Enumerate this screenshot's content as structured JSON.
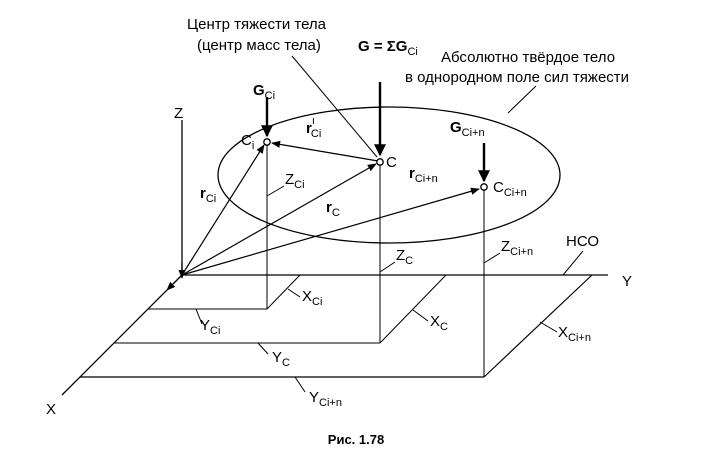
{
  "diagram": {
    "caption": "Рис. 1.78",
    "annotations": {
      "center_of_gravity_line1": "Центр тяжести тела",
      "center_of_gravity_line2": "(центр масс тела)",
      "rigid_body_line1": "Абсолютно твёрдое тело",
      "rigid_body_line2": "в однородном поле сил тяжести",
      "total_force_G": "G",
      "total_force_eq": " = ΣG",
      "total_force_sub": "Ci",
      "frame": "НСО"
    },
    "axes": {
      "x": "X",
      "y": "Y",
      "z": "Z"
    },
    "points": {
      "ci": "C",
      "ci_sub": "i",
      "c": "C",
      "cin": "C",
      "cin_sub": "Ci+n"
    },
    "forces": {
      "g_ci": "G",
      "g_ci_sub": "Ci",
      "g_cin": "G",
      "g_cin_sub": "Ci+n"
    },
    "vectors": {
      "r_ci": "r",
      "r_ci_sub": "Ci",
      "r_prime_ci": "r",
      "r_prime_ci_sup": "ı",
      "r_prime_ci_sub": "Ci",
      "r_c": "r",
      "r_c_sub": "C",
      "r_cin": "r",
      "r_cin_sub": "Ci+n"
    },
    "coordinates": {
      "x_ci": "X",
      "x_ci_sub": "Ci",
      "y_ci": "Y",
      "y_ci_sub": "Ci",
      "z_ci": "Z",
      "z_ci_sub": "Ci",
      "x_c": "X",
      "x_c_sub": "C",
      "y_c": "Y",
      "y_c_sub": "C",
      "z_c": "Z",
      "z_c_sub": "C",
      "x_cin": "X",
      "x_cin_sub": "Ci+n",
      "y_cin": "Y",
      "y_cin_sub": "Ci+n",
      "z_cin": "Z",
      "z_cin_sub": "Ci+n"
    }
  }
}
